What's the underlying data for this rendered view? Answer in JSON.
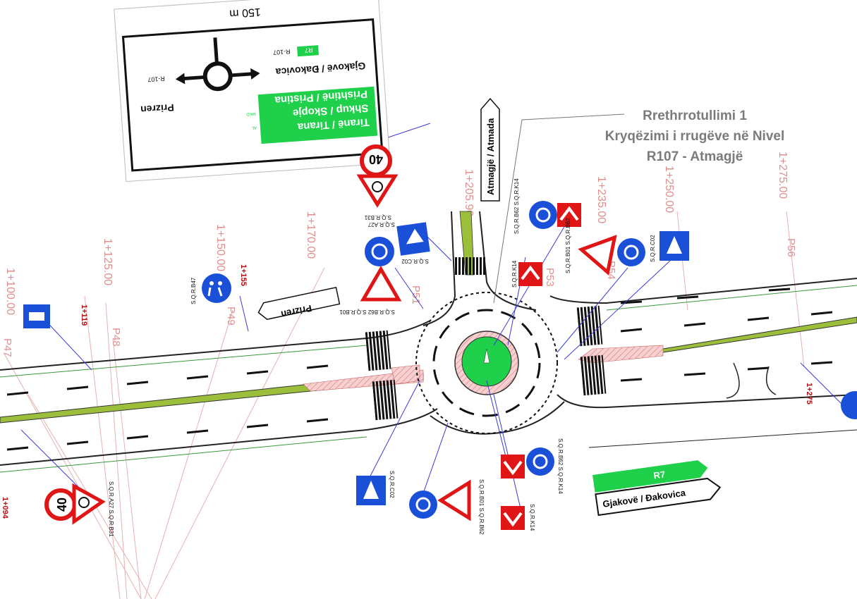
{
  "title": {
    "line1": "Rrethrrotullimi 1",
    "line2": "Kryqëzimi i rrugëve në Nivel",
    "line3": "R107 - Atmagjë"
  },
  "colors": {
    "sign_green": "#1fd04a",
    "sign_blue": "#1a4fd8",
    "sign_red": "#e01515",
    "chainage_red": "#b01010",
    "station_pink": "#e3a6a6",
    "median_green": "#9bbf3a",
    "hatch_pink": "#f0b4b4",
    "leader_blue": "#3b3bd6"
  },
  "stations": [
    "1+100.00",
    "1+125.00",
    "1+150.00",
    "1+170.00",
    "1+205.90",
    "1+235.00",
    "1+250.00",
    "1+275.00"
  ],
  "profiles": [
    "P47",
    "P48",
    "P49",
    "P51",
    "P53",
    "P54",
    "P56"
  ],
  "chainage_marks": [
    "1+094",
    "1+119",
    "1+155",
    "1+275"
  ],
  "direction_board": {
    "distance": "150 m",
    "left_place": "Prizren",
    "left_route": "R-107",
    "right_place": "Gjakovë / Đakovica",
    "right_route": "R-107",
    "right_badge": "R7",
    "green_line1": "Tiranë / Tirana",
    "green_line2": "Shkup / Skopje",
    "green_line3": "Prishtinë / Pristina",
    "badge_al": "AL",
    "badge_mk": "MKD"
  },
  "arrow_signs": {
    "prizren": "Prizren",
    "atmagje": "Atmagjë / Atmada",
    "gjakove": "Gjakovë / Đakovica",
    "green_badge": "R7"
  },
  "speed_limit": "40",
  "sign_codes": {
    "top_b31": "S.Q.R.B31",
    "top_a27": "S.Q.R.A27",
    "c02_a": "S.Q.R.C02",
    "b62_b01": "S.Q.R.B62\nS.Q.R.B01",
    "b62_k14_top": "S.Q.R.B62\nS.Q.R.K14",
    "k14_a": "S.Q.R.K14",
    "b01_b62_r": "S.Q.R.B01\nS.Q.R.B62",
    "c02_r": "S.Q.R.C02",
    "b47": "S.Q.R.B47",
    "b62_k14_bot": "S.Q.R.B62\nS.Q.R.K14",
    "b01_b62_bot": "S.Q.R.B01\nS.Q.R.B62",
    "k14_bot": "S.Q.R.K14",
    "c02_bot": "S.Q.R.C02",
    "a27_b31_bot": "S.Q.R.A27\nS.Q.R.B31"
  }
}
